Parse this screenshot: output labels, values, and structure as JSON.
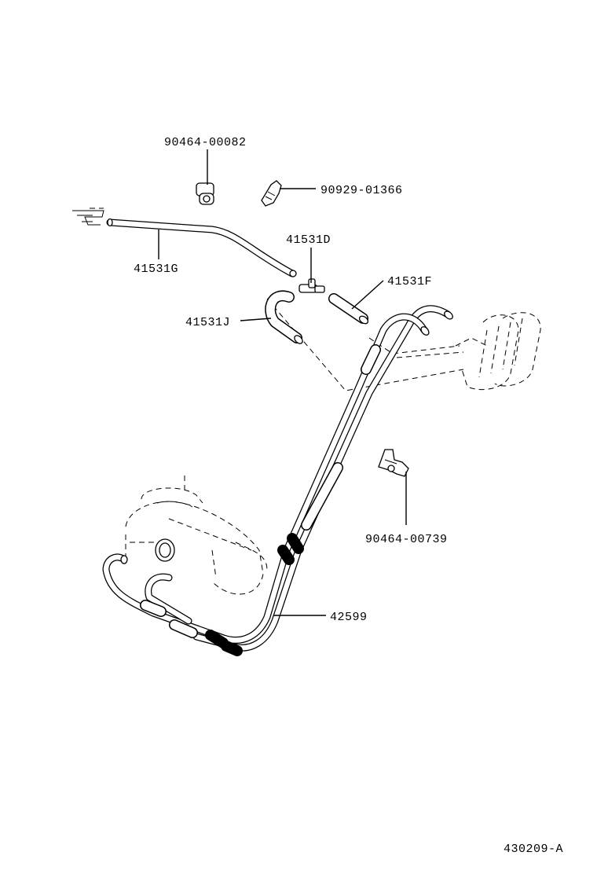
{
  "diagram": {
    "drawing_number": "430209-A",
    "callouts": [
      {
        "id": "90464-00082",
        "label": "90464-00082"
      },
      {
        "id": "90929-01366",
        "label": "90929-01366"
      },
      {
        "id": "41531G",
        "label": "41531G"
      },
      {
        "id": "41531D",
        "label": "41531D"
      },
      {
        "id": "41531F",
        "label": "41531F"
      },
      {
        "id": "41531J",
        "label": "41531J"
      },
      {
        "id": "90464-00739",
        "label": "90464-00739"
      },
      {
        "id": "42599",
        "label": "42599"
      }
    ]
  }
}
